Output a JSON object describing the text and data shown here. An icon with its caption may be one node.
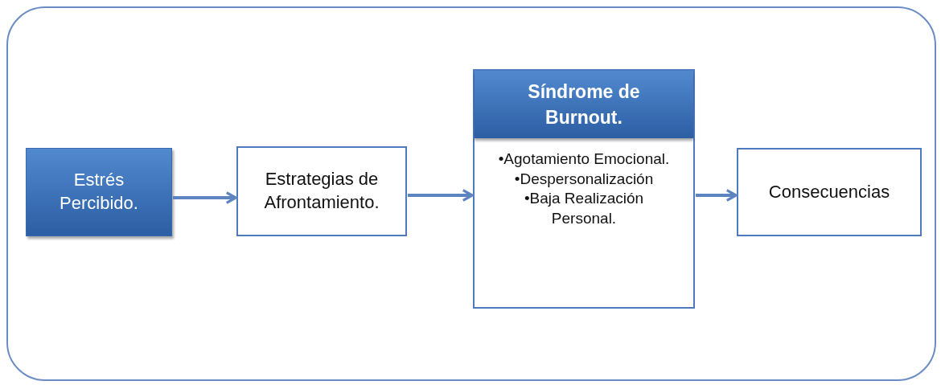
{
  "diagram": {
    "nodes": [
      {
        "text": [],
        "shape": "box"
      },
      {
        "text": [
          "Estrés Percibido."
        ],
        "in": 0
      },
      {
        "text": [
          "Estrategias de Afrontamiento."
        ],
        "in": 0
      },
      {
        "text": [
          "Síndrome de Burnout.",
          "•Agotamiento Emocional.",
          "•Despersonalización",
          "•Baja Realización Personal."
        ],
        "in": 0
      },
      {
        "text": [
          "Consecuencias"
        ],
        "in": 0
      }
    ],
    "edges": [
      {
        "from": 1,
        "to": 2,
        "arrow": "to"
      },
      {
        "from": 2,
        "to": 3,
        "arrow": "to"
      },
      {
        "from": 3,
        "to": 4,
        "arrow": "to"
      }
    ]
  }
}
